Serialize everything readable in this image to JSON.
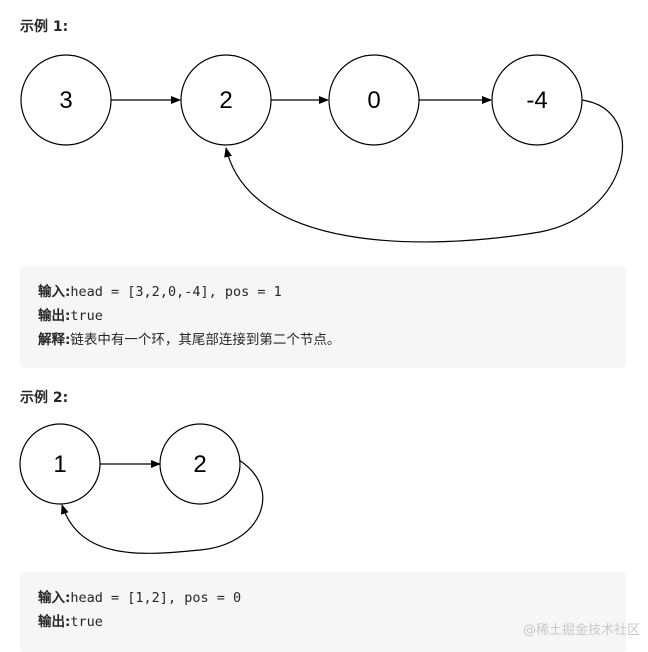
{
  "example1": {
    "heading": "示例 1:",
    "nodes": [
      "3",
      "2",
      "0",
      "-4"
    ],
    "input_label": "输入:",
    "input_value": "head = [3,2,0,-4], pos = 1",
    "output_label": "输出:",
    "output_value": "true",
    "explain_label": "解释:",
    "explain_value": "链表中有一个环，其尾部连接到第二个节点。"
  },
  "example2": {
    "heading": "示例 2:",
    "nodes": [
      "1",
      "2"
    ],
    "input_label": "输入:",
    "input_value": "head = [1,2], pos = 0",
    "output_label": "输出:",
    "output_value": "true"
  },
  "watermark": "@稀土掘金技术社区"
}
